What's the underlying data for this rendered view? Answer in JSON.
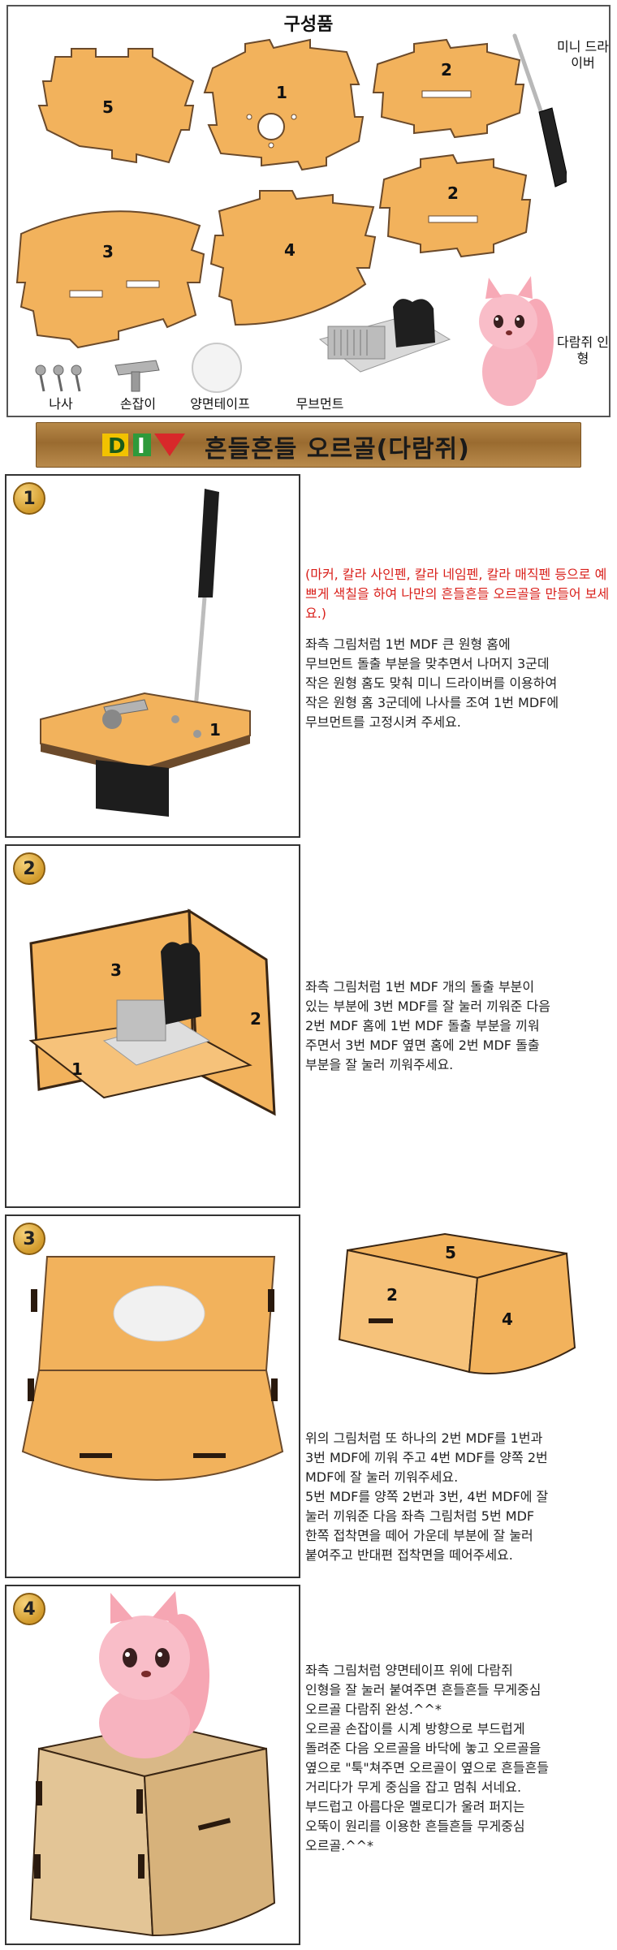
{
  "parts": {
    "title": "구성품",
    "piece_numbers": [
      "5",
      "1",
      "2",
      "2",
      "3",
      "4"
    ],
    "labels": {
      "screwdriver": "미니\n드라이버",
      "figure": "다람쥐\n인형",
      "screws": "나사",
      "handle": "손잡이",
      "tape": "양면테이프",
      "movement": "무브먼트"
    }
  },
  "banner": {
    "logo": "DIY",
    "title": "흔들흔들 오르골(다람쥐)"
  },
  "steps": [
    {
      "number": "1",
      "image_label": "1",
      "note": "(마커, 칼라 사인펜, 칼라 네임펜, 칼라 매직펜 등으로 예쁘게 색칠을 하여 나만의 흔들흔들 오르골을 만들어 보세요.)",
      "text": "좌측 그림처럼 1번 MDF 큰 원형 홈에\n무브먼트 돌출 부분을 맞추면서 나머지 3군데\n작은 원형 홈도 맞춰 미니 드라이버를 이용하여\n작은 원형 홈 3군데에 나사를 조여 1번 MDF에\n무브먼트를 고정시켜 주세요."
    },
    {
      "number": "2",
      "image_labels": [
        "3",
        "2",
        "1"
      ],
      "text": "좌측 그림처럼 1번 MDF 개의 돌출 부분이\n있는 부분에 3번 MDF를 잘 눌러 끼워준 다음\n2번 MDF 홈에 1번 MDF 돌출 부분을 끼워\n주면서 3번 MDF 옆면 홈에 2번 MDF 돌출\n부분을 잘 눌러 끼워주세요."
    },
    {
      "number": "3",
      "image_labels": [
        "5",
        "2",
        "4"
      ],
      "text": "위의 그림처럼 또 하나의 2번 MDF를 1번과\n3번 MDF에 끼워 주고 4번 MDF를 양쪽 2번\nMDF에 잘 눌러 끼워주세요.\n5번 MDF를 양쪽 2번과 3번, 4번 MDF에 잘\n눌러 끼워준 다음 좌측 그림처럼 5번 MDF\n한쪽 접착면을 떼어 가운데 부분에 잘 눌러\n붙여주고 반대편 접착면을 떼어주세요."
    },
    {
      "number": "4",
      "text": "좌측 그림처럼 양면테이프 위에 다람쥐\n인형을 잘 눌러 붙여주면 흔들흔들 무게중심\n오르골 다람쥐 완성.^^*\n오르골 손잡이를 시계 방향으로 부드럽게\n돌려준 다음 오르골을 바닥에 놓고 오르골을\n옆으로 \"툭\"쳐주면 오르골이 옆으로 흔들흔들\n거리다가 무게 중심을 잡고 멈춰 서네요.\n부드럽고 아름다운 멜로디가 울려 퍼지는\n오뚝이 원리를 이용한 흔들흔들 무게중심\n오르골.^^*"
    }
  ],
  "colors": {
    "mdf": "#f2b25c",
    "mdf_edge": "#6b4a2b",
    "note_red": "#d9201b",
    "banner_wood": "#a97a3c"
  }
}
